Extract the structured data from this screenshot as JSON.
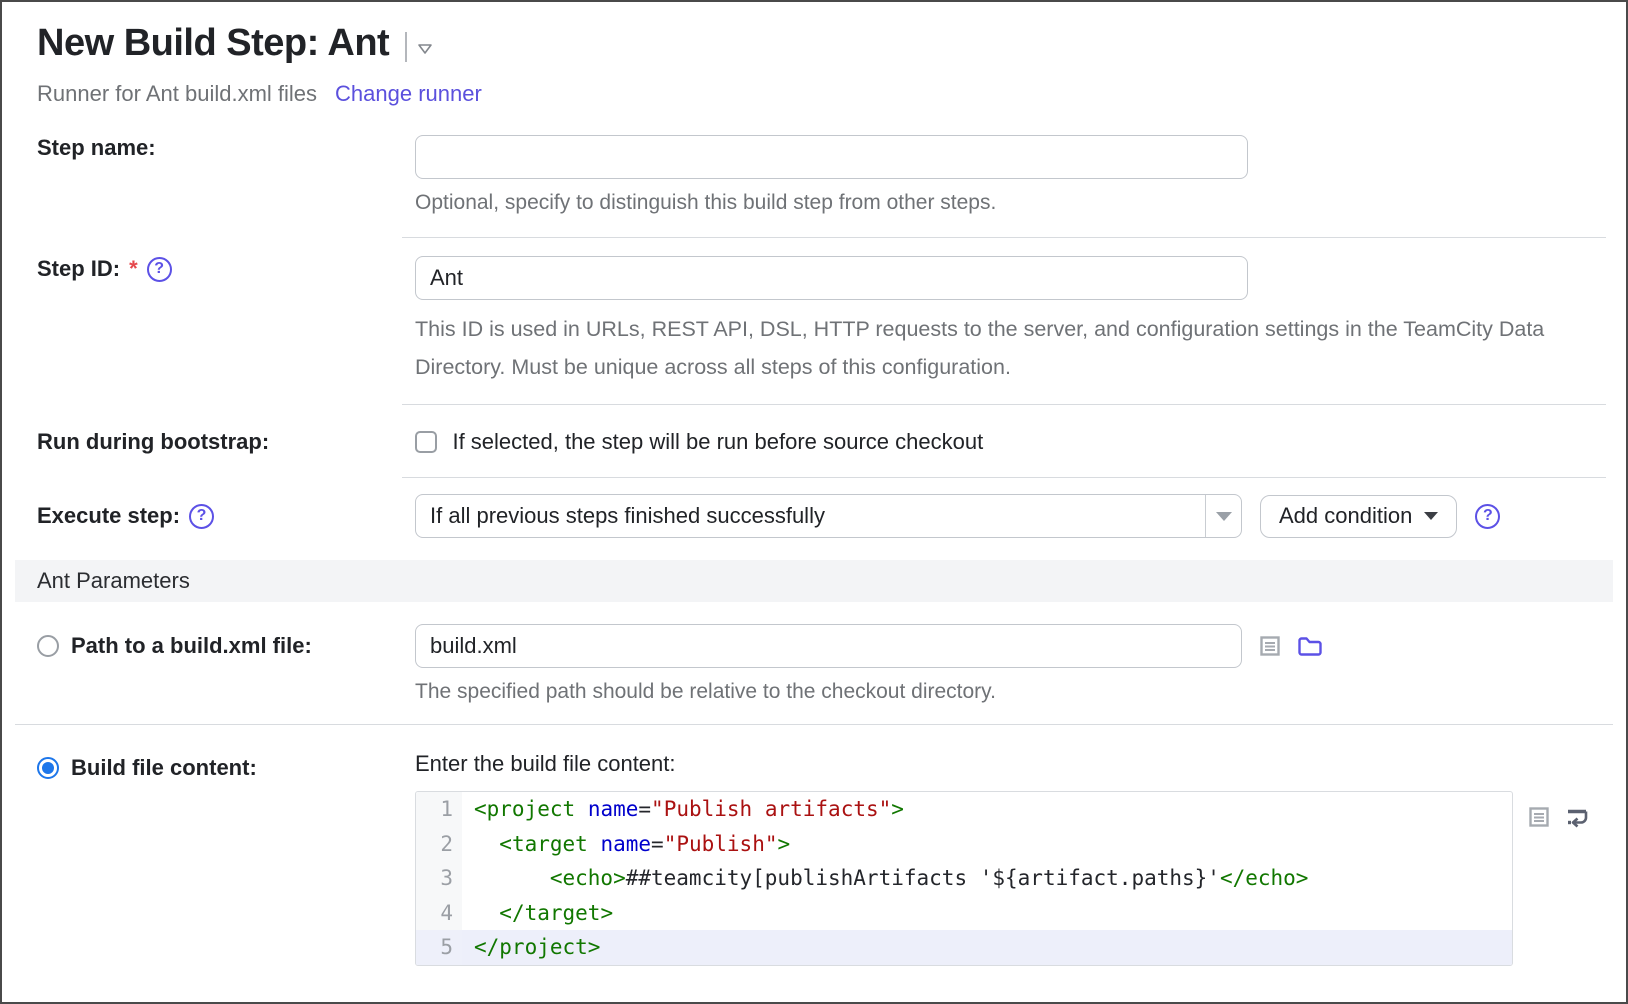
{
  "page": {
    "title": "New Build Step: Ant",
    "subtitle": "Runner for Ant build.xml files",
    "change_runner_label": "Change runner"
  },
  "form": {
    "step_name": {
      "label": "Step name:",
      "value": "",
      "hint": "Optional, specify to distinguish this build step from other steps."
    },
    "step_id": {
      "label": "Step ID:",
      "required_mark": "*",
      "help_glyph": "?",
      "value": "Ant",
      "hint": "This ID is used in URLs, REST API, DSL, HTTP requests to the server, and configuration settings in the TeamCity Data Directory. Must be unique across all steps of this configuration."
    },
    "run_during_bootstrap": {
      "label": "Run during bootstrap:",
      "checked": false,
      "checkbox_label": "If selected, the step will be run before source checkout"
    },
    "execute_step": {
      "label": "Execute step:",
      "help_glyph": "?",
      "selected_option": "If all previous steps finished successfully",
      "add_condition_label": "Add condition"
    }
  },
  "ant_parameters": {
    "section_title": "Ant Parameters",
    "path_option": {
      "selected": false,
      "label": "Path to a build.xml file:",
      "value": "build.xml",
      "hint": "The specified path should be relative to the checkout directory."
    },
    "content_option": {
      "selected": true,
      "label": "Build file content:",
      "prompt": "Enter the build file content:"
    }
  },
  "editor": {
    "lines": [
      {
        "number": "1",
        "active": false,
        "tokens": [
          [
            "tag",
            "<project"
          ],
          [
            "plain",
            " "
          ],
          [
            "attr",
            "name"
          ],
          [
            "plain",
            "="
          ],
          [
            "str",
            "\"Publish artifacts\""
          ],
          [
            "tag",
            ">"
          ]
        ]
      },
      {
        "number": "2",
        "active": false,
        "tokens": [
          [
            "plain",
            "  "
          ],
          [
            "tag",
            "<target"
          ],
          [
            "plain",
            " "
          ],
          [
            "attr",
            "name"
          ],
          [
            "plain",
            "="
          ],
          [
            "str",
            "\"Publish\""
          ],
          [
            "tag",
            ">"
          ]
        ]
      },
      {
        "number": "3",
        "active": false,
        "tokens": [
          [
            "plain",
            "      "
          ],
          [
            "tag",
            "<echo>"
          ],
          [
            "plain",
            "##teamcity[publishArtifacts '${artifact.paths}'"
          ],
          [
            "tag",
            "</echo>"
          ]
        ]
      },
      {
        "number": "4",
        "active": false,
        "tokens": [
          [
            "plain",
            "  "
          ],
          [
            "tag",
            "</target>"
          ]
        ]
      },
      {
        "number": "5",
        "active": true,
        "tokens": [
          [
            "tag",
            "</project>"
          ]
        ]
      }
    ]
  },
  "colors": {
    "accent_purple": "#5c51e6",
    "link_purple": "#5b50dd",
    "radio_blue": "#1d76ea",
    "required_red": "#e5484d",
    "syntax_tag_green": "#117700",
    "syntax_attr_blue": "#0000cc",
    "syntax_string_red": "#aa1111",
    "active_line_bg": "#edeffa",
    "section_bar_bg": "#f3f4f6"
  }
}
